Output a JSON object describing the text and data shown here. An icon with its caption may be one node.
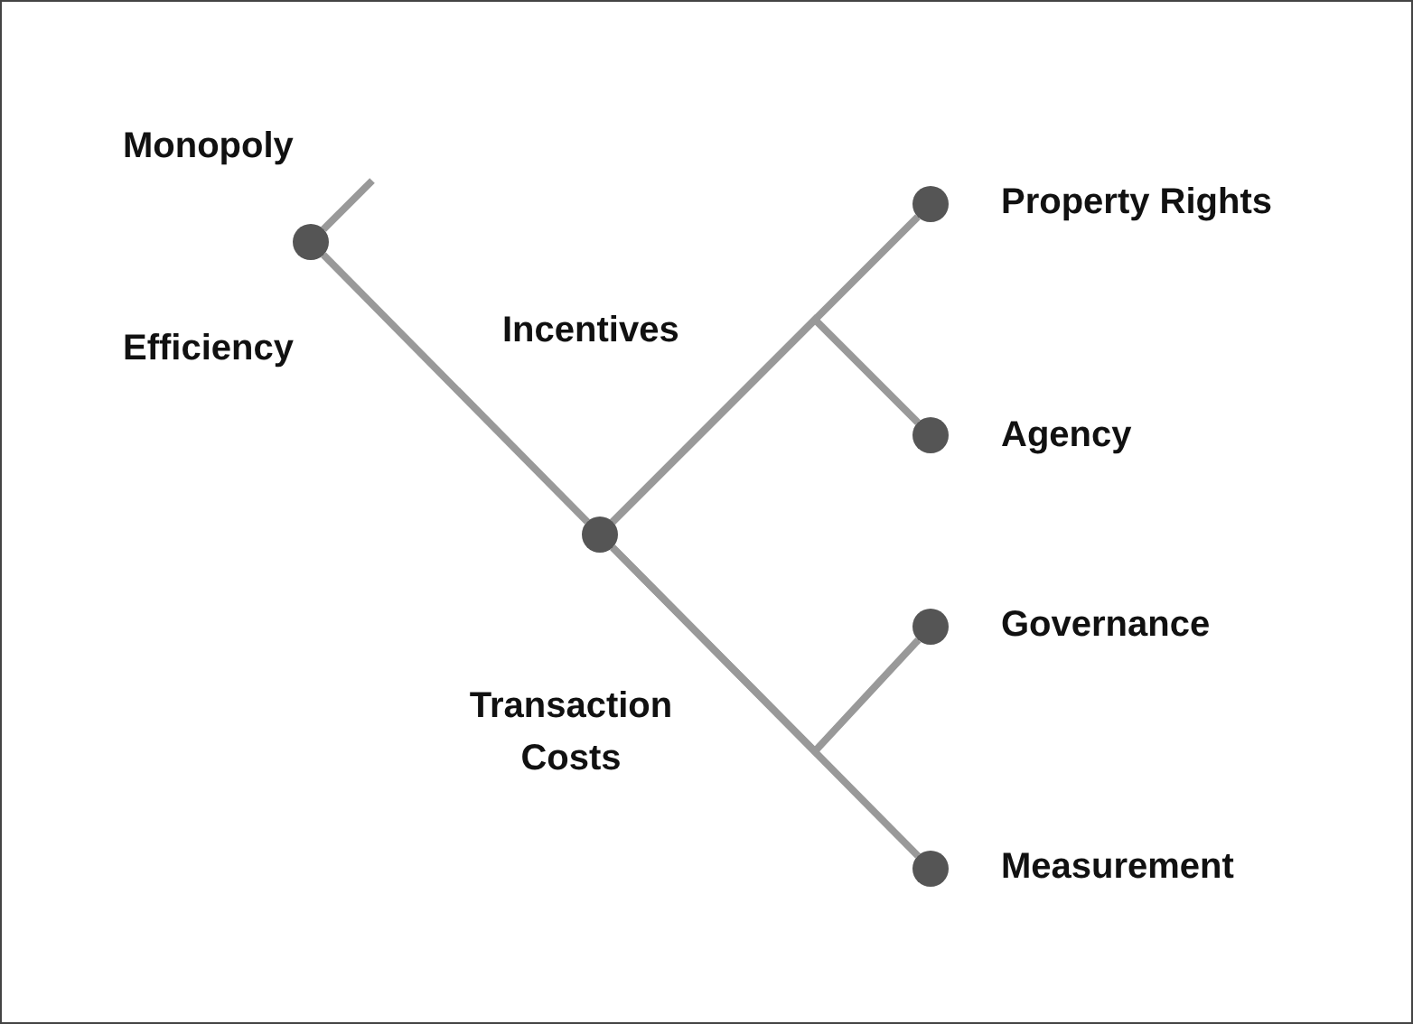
{
  "diagram": {
    "nodes": [
      {
        "text": [],
        "shape": "circle",
        "beside": [
          "Efficiency"
        ]
      },
      {
        "text": [],
        "shape": "circle"
      },
      {
        "text": [],
        "shape": "circle",
        "beside": [
          "Property Rights"
        ]
      },
      {
        "text": [],
        "shape": "circle",
        "beside": [
          "Agency"
        ]
      },
      {
        "text": [],
        "shape": "circle",
        "beside": [
          "Governance"
        ]
      },
      {
        "text": [],
        "shape": "circle",
        "beside": [
          "Measurement"
        ]
      }
    ],
    "edges": [
      {
        "from": 0,
        "to": null,
        "arrow": "none"
      },
      {
        "from": 0,
        "to": 1,
        "arrow": "none"
      },
      {
        "from": 1,
        "to": 2,
        "arrow": "none"
      },
      {
        "from": 1,
        "to": 3,
        "arrow": "none"
      },
      {
        "from": 1,
        "to": 4,
        "arrow": "none"
      },
      {
        "from": 1,
        "to": 5,
        "arrow": "none"
      }
    ],
    "labels": [
      "Monopoly",
      "Incentives",
      "Transaction Costs"
    ]
  }
}
